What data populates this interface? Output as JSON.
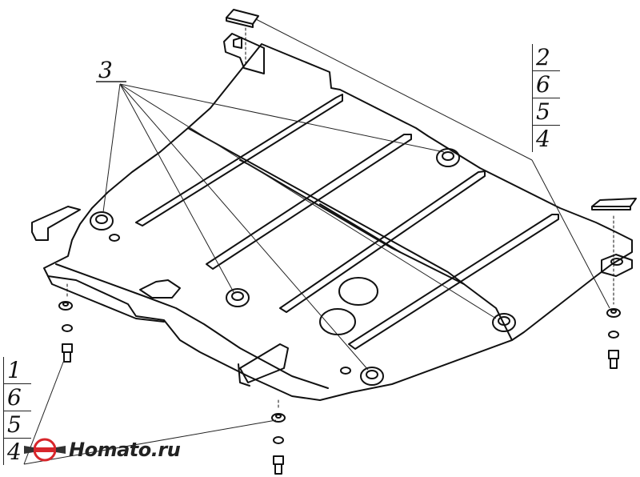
{
  "callouts": {
    "bolt_group_label": "3"
  },
  "stack_right": [
    "2",
    "6",
    "5",
    "4"
  ],
  "stack_left": [
    "1",
    "6",
    "5",
    "4"
  ],
  "watermark": {
    "text": "Homato.ru",
    "colors": {
      "red": "#d7262b",
      "gray": "#333333"
    }
  }
}
